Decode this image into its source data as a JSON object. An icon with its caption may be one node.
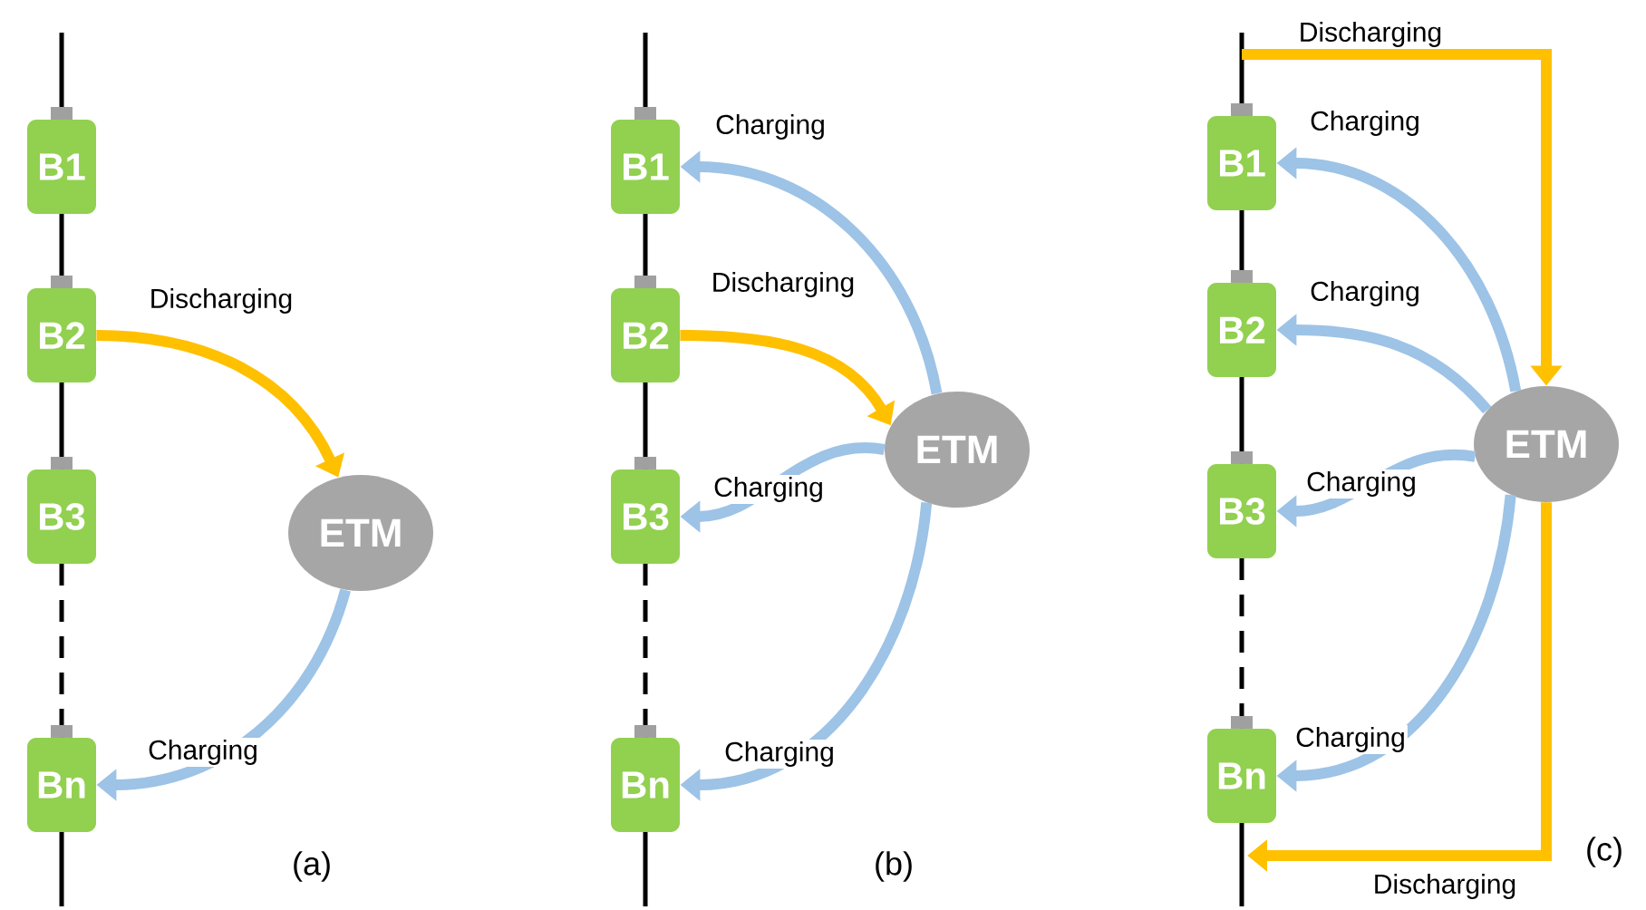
{
  "diagram": {
    "nodes": [
      {
        "text": [
          "B1"
        ]
      },
      {
        "text": [
          "B2"
        ]
      },
      {
        "text": [
          "B3"
        ]
      },
      {
        "text": [
          "Bn"
        ]
      },
      {
        "text": [
          "ETM"
        ]
      },
      {
        "text": [
          "B1"
        ]
      },
      {
        "text": [
          "B2"
        ]
      },
      {
        "text": [
          "B3"
        ]
      },
      {
        "text": [
          "Bn"
        ]
      },
      {
        "text": [
          "ETM"
        ]
      },
      {
        "text": [
          "B1"
        ]
      },
      {
        "text": [
          "B2"
        ]
      },
      {
        "text": [
          "B3"
        ]
      },
      {
        "text": [
          "Bn"
        ]
      },
      {
        "text": [
          "ETM"
        ]
      }
    ],
    "edges": [
      {
        "from": 1,
        "to": 4,
        "arrow": "to",
        "label": "Discharging",
        "color": "#ffc000"
      },
      {
        "from": 4,
        "to": 3,
        "arrow": "to",
        "label": "Charging"
      },
      {
        "from": 9,
        "to": 5,
        "arrow": "to",
        "label": "Charging"
      },
      {
        "from": 6,
        "to": 9,
        "arrow": "to",
        "label": "Discharging",
        "color": "#ffc000"
      },
      {
        "from": 9,
        "to": 7,
        "arrow": "to",
        "label": "Charging"
      },
      {
        "from": 9,
        "to": 8,
        "arrow": "to",
        "label": "Charging"
      },
      {
        "from": null,
        "to": 14,
        "arrow": "to",
        "label": "Discharging",
        "color": "#ffc000"
      },
      {
        "from": 14,
        "to": 10,
        "arrow": "to",
        "label": "Charging"
      },
      {
        "from": 14,
        "to": 11,
        "arrow": "to",
        "label": "Charging"
      },
      {
        "from": 14,
        "to": 12,
        "arrow": "to",
        "label": "Charging"
      },
      {
        "from": 14,
        "to": 13,
        "arrow": "to",
        "label": "Charging"
      },
      {
        "from": 14,
        "to": null,
        "arrow": "to",
        "label": "Discharging",
        "color": "#ffc000"
      }
    ],
    "labels": [
      "(a)",
      "(b)",
      "(c)"
    ]
  }
}
